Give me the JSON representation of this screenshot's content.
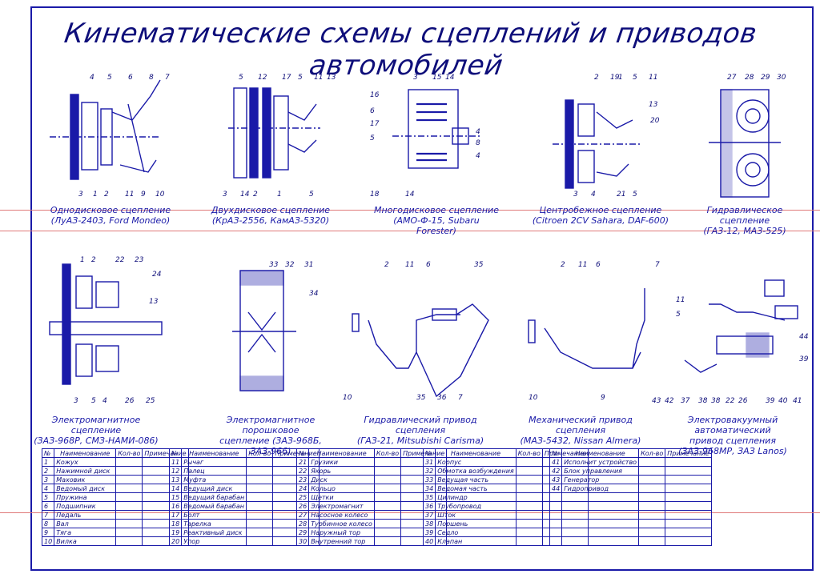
{
  "title": "Кинематические схемы сцеплений и приводов автомобилей",
  "colors": {
    "ink": "#1a1aa8",
    "part_fill": "#1a1aa8",
    "sheet_line": "#e07a7a"
  },
  "captions": [
    {
      "id": "c1",
      "text": "Однодисковое сцепление\n(ЛуАЗ-2403, Ford Mondeo)"
    },
    {
      "id": "c2",
      "text": "Двухдисковое сцепление\n(КрАЗ-2556, КамАЗ-5320)"
    },
    {
      "id": "c3",
      "text": "Многодисковое сцепление\n(АМО-Ф-15, Subaru Forester)"
    },
    {
      "id": "c4",
      "text": "Центробежное сцепление\n(Citroen 2CV Sahara, DAF-600)"
    },
    {
      "id": "c5",
      "text": "Гидравлическое сцепление\n(ГАЗ-12, МАЗ-525)"
    },
    {
      "id": "c6",
      "text": "Электромагнитное сцепление\n(ЗАЗ-968Р, СМЗ-НАМИ-086)"
    },
    {
      "id": "c7",
      "text": "Электромагнитное порошковое\nсцепление (ЗАЗ-968Б, ЗАЗ-966)"
    },
    {
      "id": "c8",
      "text": "Гидравлический привод сцепления\n(ГАЗ-21, Mitsubishi Carisma)"
    },
    {
      "id": "c9",
      "text": "Механический привод сцепления\n(МАЗ-5432, Nissan Almera)"
    },
    {
      "id": "c10",
      "text": "Электровакуумный автоматический\nпривод сцепления\n(ЗАЗ-968МР, ЗАЗ Lanos)"
    }
  ],
  "callouts": {
    "d1": [
      "4",
      "5",
      "6",
      "8",
      "7",
      "3",
      "1",
      "2",
      "11",
      "9",
      "10"
    ],
    "d2": [
      "5",
      "12",
      "17",
      "5",
      "11",
      "13",
      "3",
      "14",
      "2",
      "1",
      "5"
    ],
    "d3": [
      "3",
      "15",
      "14",
      "16",
      "6",
      "17",
      "5",
      "4",
      "8",
      "4",
      "18",
      "14"
    ],
    "d4": [
      "2",
      "19",
      "1",
      "5",
      "11",
      "13",
      "20",
      "3",
      "4",
      "21",
      "5"
    ],
    "d5": [
      "27",
      "28",
      "29",
      "30"
    ],
    "d6": [
      "1",
      "2",
      "22",
      "23",
      "24",
      "13",
      "3",
      "5",
      "4",
      "26",
      "25"
    ],
    "d7": [
      "33",
      "32",
      "31",
      "34"
    ],
    "d8": [
      "2",
      "11",
      "6",
      "35",
      "10",
      "35",
      "36",
      "7"
    ],
    "d9": [
      "2",
      "11",
      "6",
      "7",
      "10",
      "9"
    ],
    "d10": [
      "11",
      "5",
      "44",
      "39",
      "43",
      "42",
      "37",
      "38",
      "38",
      "22",
      "26",
      "39",
      "40",
      "41"
    ]
  },
  "table": {
    "headers": {
      "num": "№",
      "name": "Наименование",
      "qty": "Кол-во",
      "note": "Примечание"
    },
    "columns": [
      [
        [
          "1",
          "Кожух"
        ],
        [
          "2",
          "Нажимной диск"
        ],
        [
          "3",
          "Маховик"
        ],
        [
          "4",
          "Ведомый диск"
        ],
        [
          "5",
          "Пружина"
        ],
        [
          "6",
          "Подшипник"
        ],
        [
          "7",
          "Педаль"
        ],
        [
          "8",
          "Вал"
        ],
        [
          "9",
          "Тяга"
        ],
        [
          "10",
          "Вилка"
        ]
      ],
      [
        [
          "11",
          "Рычаг"
        ],
        [
          "12",
          "Палец"
        ],
        [
          "13",
          "Муфта"
        ],
        [
          "14",
          "Ведущий диск"
        ],
        [
          "15",
          "Ведущий барабан"
        ],
        [
          "16",
          "Ведомый барабан"
        ],
        [
          "17",
          "Болт"
        ],
        [
          "18",
          "Тарелка"
        ],
        [
          "19",
          "Реактивный диск"
        ],
        [
          "20",
          "Упор"
        ]
      ],
      [
        [
          "21",
          "Грузики"
        ],
        [
          "22",
          "Якорь"
        ],
        [
          "23",
          "Диск"
        ],
        [
          "24",
          "Кольцо"
        ],
        [
          "25",
          "Щетки"
        ],
        [
          "26",
          "Электромагнит"
        ],
        [
          "27",
          "Насосное колесо"
        ],
        [
          "28",
          "Турбинное колесо"
        ],
        [
          "29",
          "Наружный тор"
        ],
        [
          "30",
          "Внутренний тор"
        ]
      ],
      [
        [
          "31",
          "Корпус"
        ],
        [
          "32",
          "Обмотка возбуждения"
        ],
        [
          "33",
          "Ведущая часть"
        ],
        [
          "34",
          "Ведомая часть"
        ],
        [
          "35",
          "Цилиндр"
        ],
        [
          "36",
          "Трубопровод"
        ],
        [
          "37",
          "Шток"
        ],
        [
          "38",
          "Поршень"
        ],
        [
          "39",
          "Седло"
        ],
        [
          "40",
          "Клапан"
        ]
      ],
      [
        [
          "41",
          "Исполнит устройство"
        ],
        [
          "42",
          "Блок управления"
        ],
        [
          "43",
          "Генератор"
        ],
        [
          "44",
          "Гидропривод"
        ],
        [
          "",
          ""
        ],
        [
          "",
          ""
        ],
        [
          "",
          ""
        ],
        [
          "",
          ""
        ],
        [
          "",
          ""
        ],
        [
          "",
          ""
        ]
      ]
    ]
  }
}
